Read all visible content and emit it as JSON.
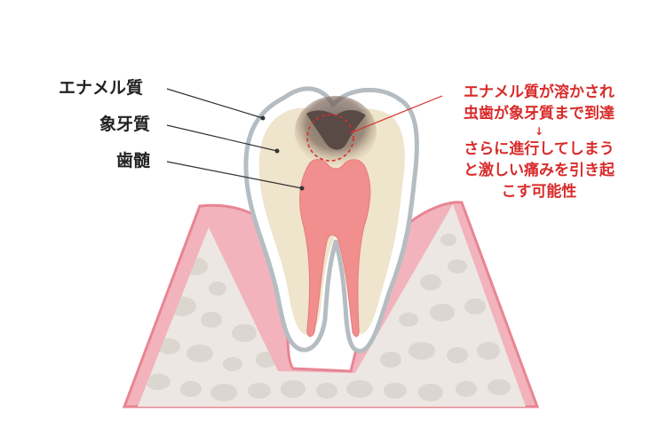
{
  "labels": {
    "enamel": "エナメル質",
    "dentin": "象牙質",
    "pulp": "歯髄"
  },
  "note": {
    "lines": [
      "エナメル質が溶かされ",
      "虫歯が象牙質まで到達",
      "↓",
      "さらに進行してしまう",
      "と激しい痛みを引き起",
      "こす可能性"
    ]
  },
  "colors": {
    "gum": "#f2b3bc",
    "gum_edge": "#e88593",
    "bone": "#ece7e2",
    "bone_spot": "#dcd6d0",
    "tooth_outline": "#b5bdc2",
    "enamel": "#ffffff",
    "dentin": "#efe4cc",
    "pulp": "#f08f8e",
    "cavity": "#5a4a46",
    "accent_red": "#d92b2b",
    "label_text": "#222222"
  }
}
